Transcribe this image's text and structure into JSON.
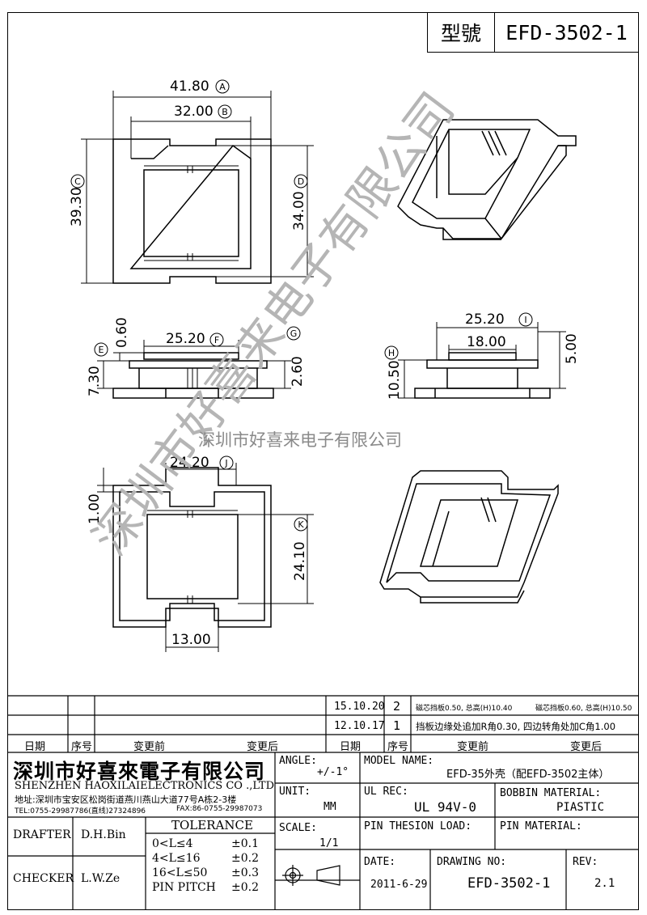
{
  "header": {
    "model_label": "型號",
    "model_value": "EFD-3502-1"
  },
  "watermark": {
    "text": "深圳市好喜来电子有限公司",
    "diagonal": "深圳市好喜来电子有限公司"
  },
  "dims": {
    "d_41_80": "41.80",
    "tag_A": "A",
    "d_32_00": "32.00",
    "tag_B": "B",
    "d_39_30": "39.30",
    "tag_C": "C",
    "d_34_00": "34.00",
    "tag_D": "D",
    "d_0_60": "0.60",
    "d_25_20_f": "25.20",
    "tag_F": "F",
    "d_7_30": "7.30",
    "tag_E": "E",
    "d_2_60": "2.60",
    "tag_G": "G",
    "d_25_20_i": "25.20",
    "tag_I": "I",
    "d_18_00": "18.00",
    "d_5_00": "5.00",
    "d_10_50": "10.50",
    "tag_H": "H",
    "d_24_20": "24.20",
    "tag_J": "J",
    "d_1_00": "1.00",
    "d_24_10": "24.10",
    "tag_K": "K",
    "d_13_00": "13.00"
  },
  "revisions": {
    "rows": [
      {
        "date": "15.10.20",
        "no": "2",
        "before": "磁芯挡板0.50, 总高(H)10.40",
        "after": "磁芯挡板0.60, 总高(H)10.50"
      },
      {
        "date": "12.10.17",
        "no": "1",
        "before": "挡板边缘处追加R角0.30, 四边转角处加C角1.00",
        "after": ""
      }
    ],
    "headers": {
      "date": "日期",
      "no": "序号",
      "before": "变更前",
      "after": "变更后"
    }
  },
  "title_block": {
    "company_cn": "深圳市好喜來電子有限公司",
    "company_en": "SHENZHEN HAOXILAIELECTRONICS CO .,LTD",
    "address": "地址:深圳市宝安区松岗街道燕川燕山大道77号A栋2-3楼",
    "tel": "TEL:0755-29987786(直线)27324896",
    "fax": "FAX:86-0755-29987073",
    "angle_label": "ANGLE:",
    "angle_value": "+/-1°",
    "unit_label": "UNIT:",
    "unit_value": "MM",
    "scale_label": "SCALE:",
    "scale_value": "1/1",
    "model_name_label": "MODEL NAME:",
    "model_name_value": "EFD-35外壳（配EFD-3502主体）",
    "ul_label": "UL REC:",
    "ul_value": "UL 94V-0",
    "bobbin_label": "BOBBIN MATERIAL:",
    "bobbin_value": "PIASTIC",
    "pin_load_label": "PIN THESION LOAD:",
    "pin_material_label": "PIN MATERIAL:",
    "date_label": "DATE:",
    "date_value": "2011-6-29",
    "drawing_label": "DRAWING NO:",
    "drawing_value": "EFD-3502-1",
    "rev_label": "REV:",
    "rev_value": "2.1",
    "drafter_label": "DRAFTER",
    "drafter_value": "D.H.Bin",
    "checker_label": "CHECKER",
    "checker_value": "L.W.Ze",
    "tolerance_title": "TOLERANCE",
    "tol_rows": [
      {
        "range": "0<L≤4",
        "value": "±0.1"
      },
      {
        "range": "4<L≤16",
        "value": "±0.2"
      },
      {
        "range": "16<L≤50",
        "value": "±0.3"
      },
      {
        "range": "PIN PITCH",
        "value": "±0.2"
      }
    ]
  }
}
